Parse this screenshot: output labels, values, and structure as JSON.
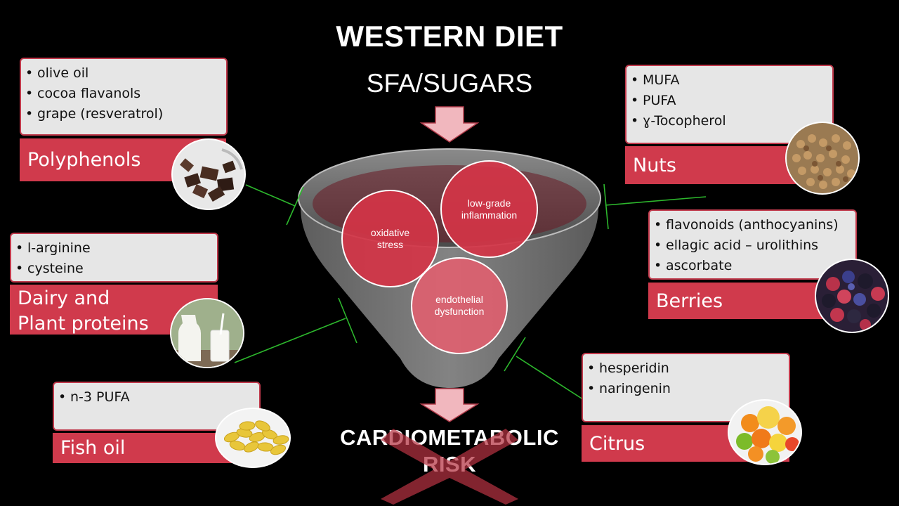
{
  "title": "WESTERN DIET",
  "subtitle": "SFA/SUGARS",
  "outcome": {
    "line1": "CARDIOMETABOLIC",
    "line2": "RISK"
  },
  "mechanisms": {
    "oxidative": {
      "line1": "oxidative",
      "line2": "stress"
    },
    "inflammation": {
      "line1": "low-grade",
      "line2": "inflammation"
    },
    "endothelial": {
      "line1": "endothelial",
      "line2": "dysfunction"
    }
  },
  "groups": {
    "polyphenols": {
      "label": "Polyphenols",
      "items": [
        "olive oil",
        "cocoa flavanols",
        "grape (resveratrol)"
      ],
      "image": "dark-chocolate-photo"
    },
    "dairy": {
      "label_line1": "Dairy and",
      "label_line2": "Plant proteins",
      "items": [
        "l-arginine",
        "cysteine"
      ],
      "image": "milk-glass-photo"
    },
    "fish": {
      "label": "Fish oil",
      "items": [
        "n-3 PUFA"
      ],
      "image": "fish-oil-capsules-photo"
    },
    "nuts": {
      "label": "Nuts",
      "items": [
        "MUFA",
        "PUFA",
        "ɣ-Tocopherol"
      ],
      "image": "mixed-nuts-photo"
    },
    "berries": {
      "label": "Berries",
      "items": [
        "flavonoids (anthocyanins)",
        "ellagic acid – urolithins",
        "ascorbate"
      ],
      "image": "berries-photo"
    },
    "citrus": {
      "label": "Citrus",
      "items": [
        "hesperidin",
        "naringenin"
      ],
      "image": "citrus-fruits-photo"
    }
  },
  "colors": {
    "accent": "#d03a4c",
    "list_bg": "#e6e6e6",
    "inhibitor_line": "#2db82d",
    "background": "#000000"
  }
}
